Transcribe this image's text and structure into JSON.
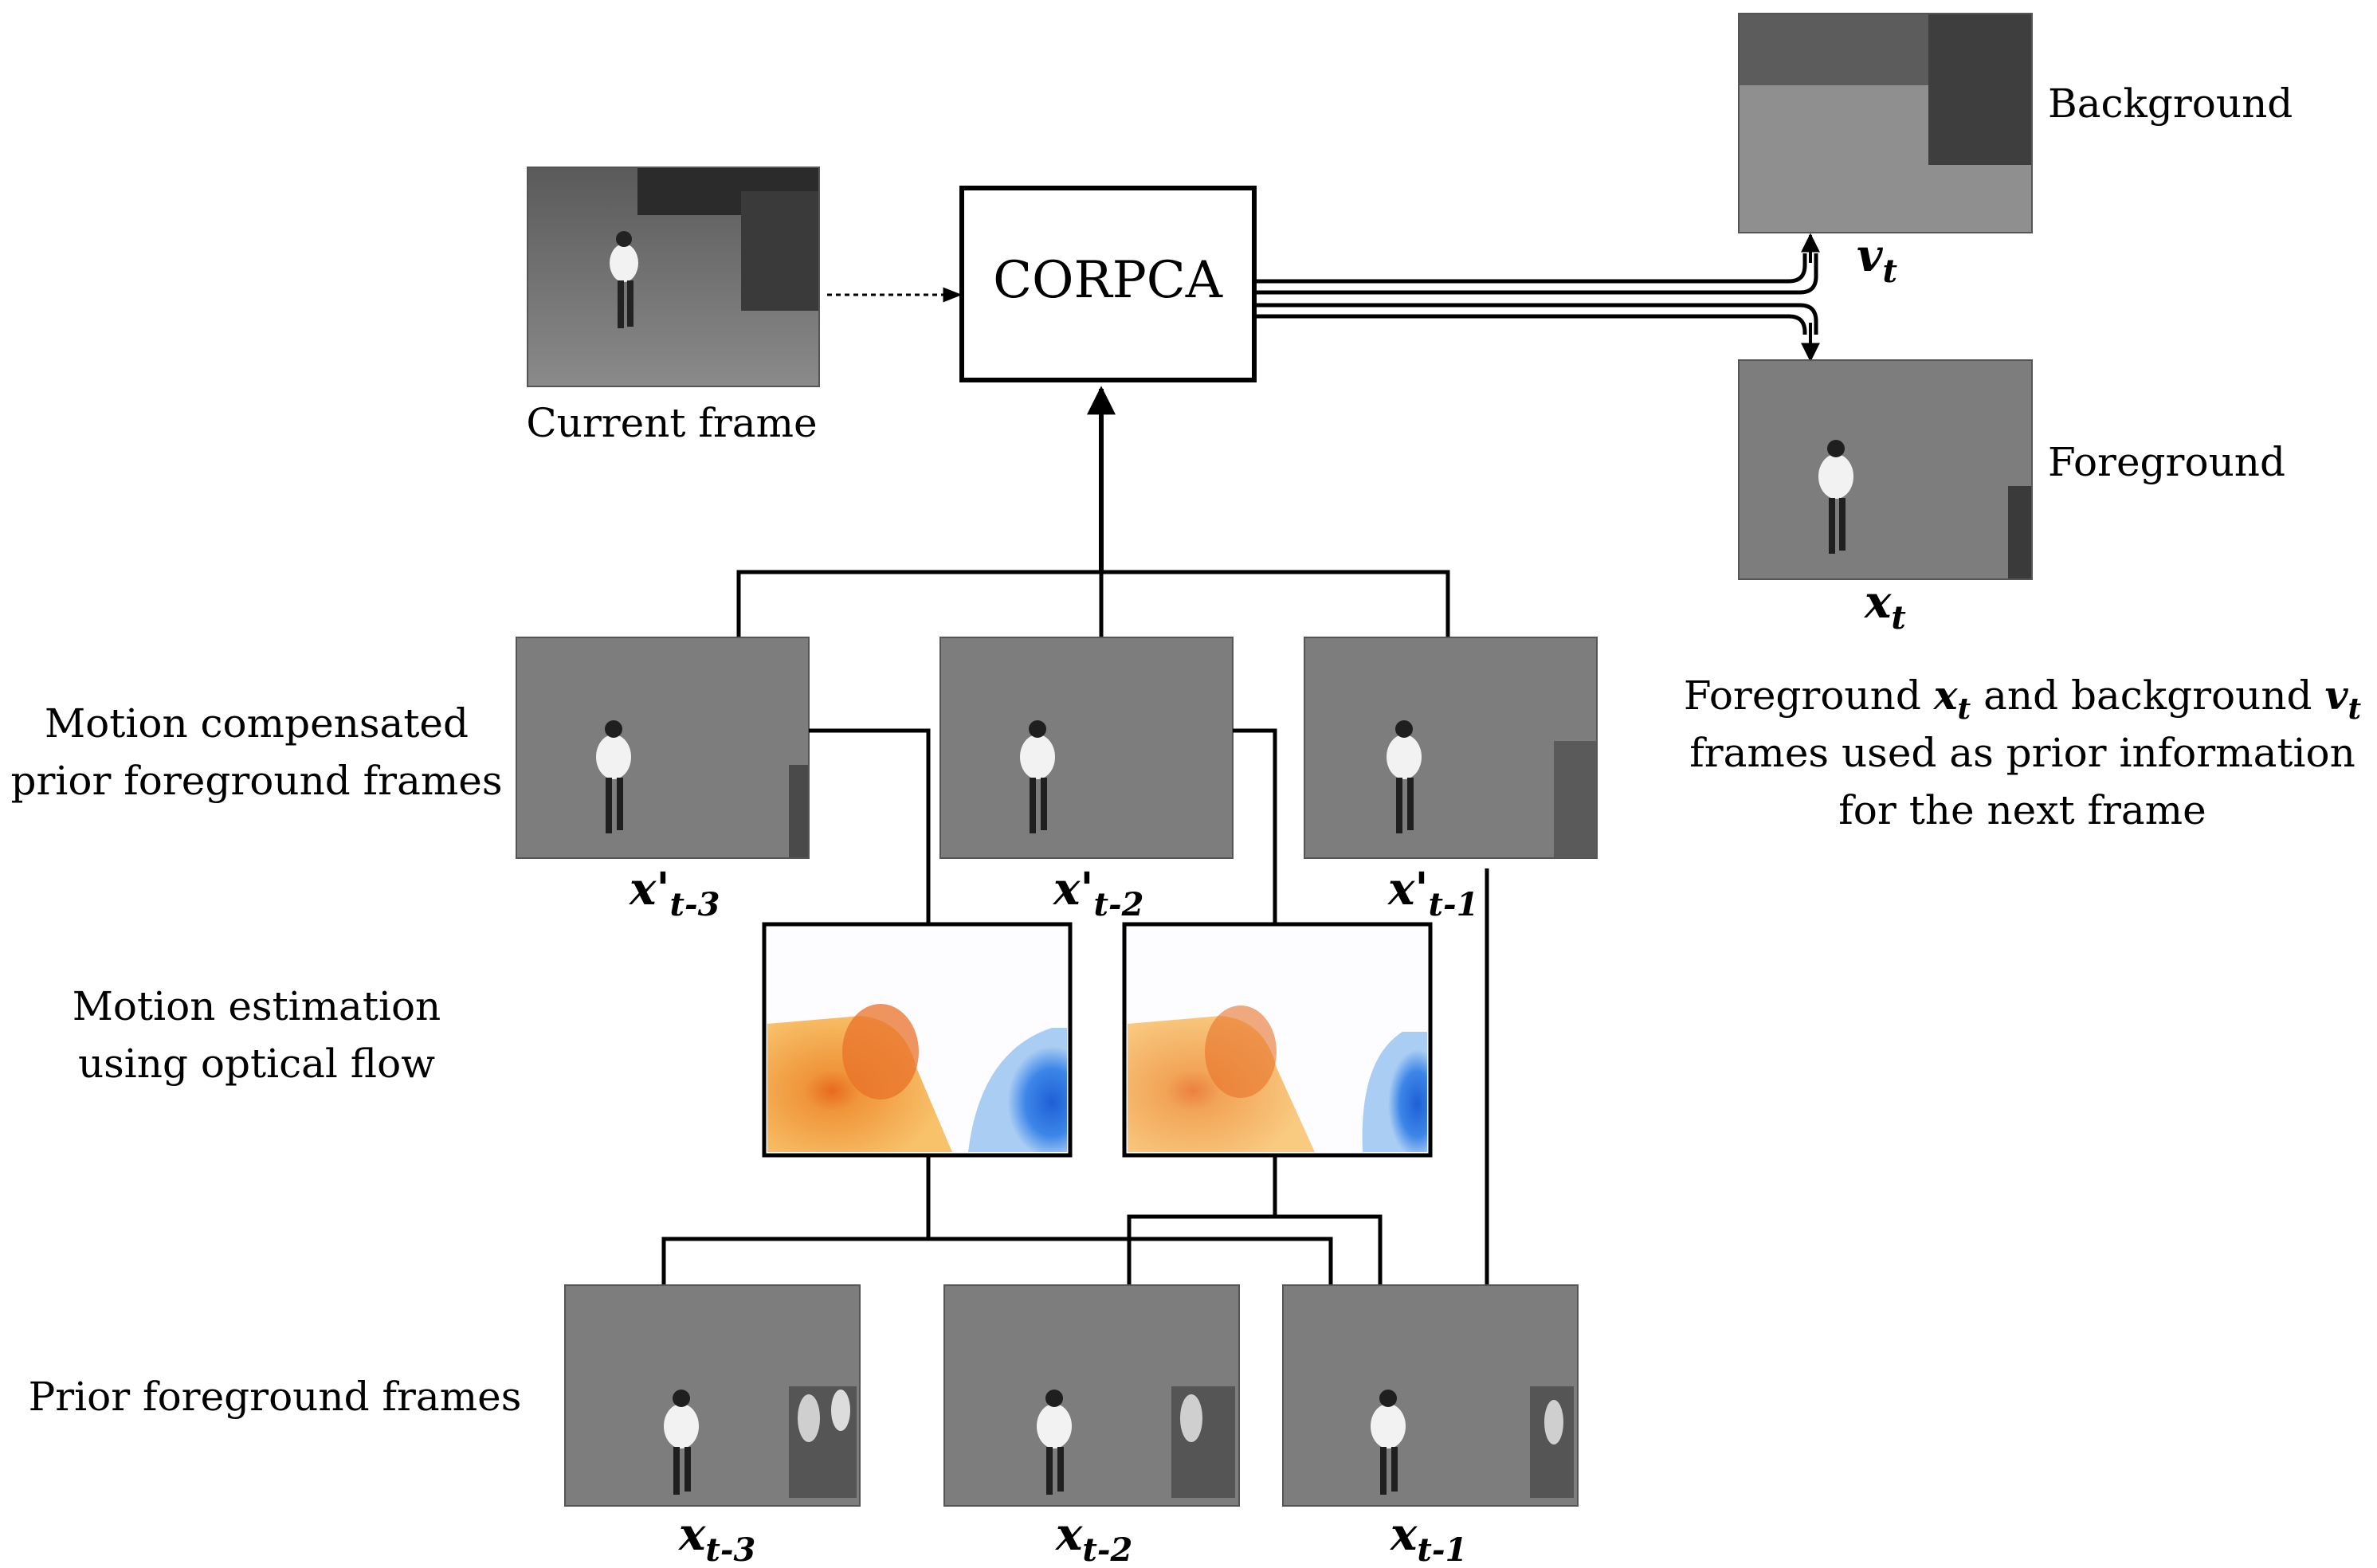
{
  "corpca_label": "CORPCA",
  "current_frame": {
    "label": "Current frame"
  },
  "outputs": {
    "background": {
      "label": "Background",
      "symbol": "v",
      "subscript": "t"
    },
    "foreground": {
      "label": "Foreground",
      "symbol": "x",
      "subscript": "t"
    },
    "note": {
      "line1_a": "Foreground ",
      "line1_sym1": "x",
      "line1_sub1": "t",
      "line1_b": " and background ",
      "line1_sym2": "v",
      "line1_sub2": "t",
      "line2": "frames used as prior information",
      "line3": "for the next frame"
    }
  },
  "row_labels": {
    "motion_compensated_1": "Motion compensated",
    "motion_compensated_2": "prior foreground frames",
    "motion_estimation_1": "Motion estimation",
    "motion_estimation_2": "using optical flow",
    "prior_foreground": "Prior foreground frames"
  },
  "compensated_frames": [
    {
      "symbol": "x'",
      "subscript": "t-3"
    },
    {
      "symbol": "x'",
      "subscript": "t-2"
    },
    {
      "symbol": "x'",
      "subscript": "t-1"
    }
  ],
  "prior_frames": [
    {
      "symbol": "x",
      "subscript": "t-3"
    },
    {
      "symbol": "x",
      "subscript": "t-2"
    },
    {
      "symbol": "x",
      "subscript": "t-1"
    }
  ],
  "colors": {
    "frame_gray": "#7d7d7d",
    "background_gray": "#8f8f8f",
    "flow_orange": "#f6a93f",
    "flow_blue": "#2a6fe0"
  }
}
